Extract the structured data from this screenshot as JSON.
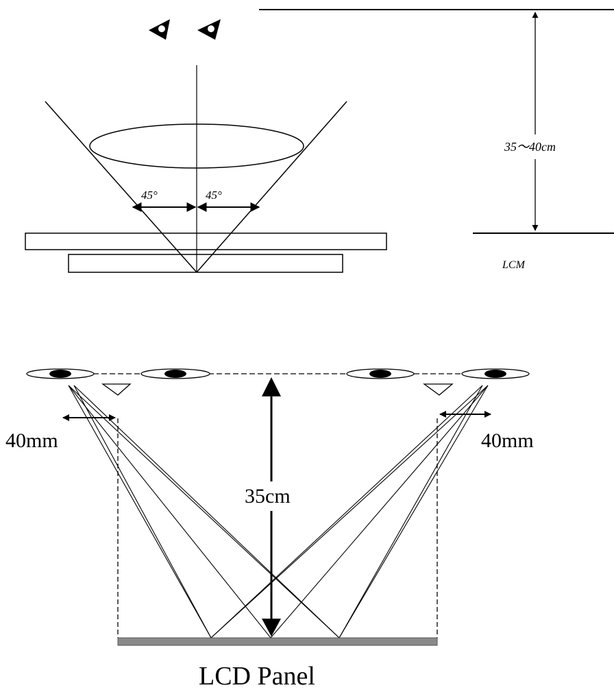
{
  "top_diagram": {
    "angle_left": "45°",
    "angle_right": "45°",
    "distance": "35～40cm",
    "module_label": "LCM"
  },
  "bottom_diagram": {
    "offset_left": "40mm",
    "offset_right": "40mm",
    "distance": "35cm",
    "panel_label": "LCD Panel"
  },
  "colors": {
    "line": "#000000",
    "panel_fill": "#8a8a8a"
  }
}
